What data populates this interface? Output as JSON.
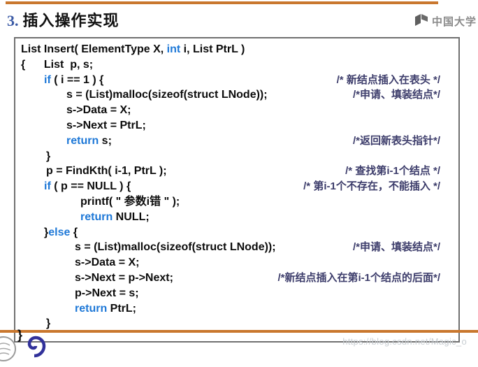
{
  "page": {
    "title_number": "3.",
    "title_text": "插入操作实现",
    "brand_text": "中国大学",
    "watermark": "https://blog.csdn.net/Magic_o"
  },
  "colors": {
    "accent_orange": "#c9772e",
    "keyword_blue": "#1e78d7",
    "comment_navy": "#3d3d6b",
    "brand_gray": "#8a8a8a",
    "title_number_blue": "#3c5ba6"
  },
  "icons": {
    "brand": "book-flag-icon",
    "bottom_left_seal": "seal-icon",
    "bottom_left_spiral": "spiral-icon"
  },
  "code": {
    "closing_brace": "}",
    "lines": [
      {
        "indent": 8,
        "segments": [
          {
            "text": "List Insert( ElementType X, ",
            "type": "plain"
          },
          {
            "text": "int",
            "type": "keyword"
          },
          {
            "text": " i, List PtrL )",
            "type": "plain"
          }
        ]
      },
      {
        "indent": 8,
        "segments": [
          {
            "text": "{      List  p, s;",
            "type": "plain"
          }
        ]
      },
      {
        "indent": 41,
        "segments": [
          {
            "text": "if",
            "type": "keyword"
          },
          {
            "text": " ( i == 1 ) {",
            "type": "plain"
          }
        ],
        "comment": "/* 新结点插入在表头 */"
      },
      {
        "indent": 73,
        "segments": [
          {
            "text": "s = (List)malloc(sizeof(struct LNode));",
            "type": "plain"
          }
        ],
        "comment": "/*申请、填装结点*/"
      },
      {
        "indent": 73,
        "segments": [
          {
            "text": "s->Data = X;",
            "type": "plain"
          }
        ]
      },
      {
        "indent": 73,
        "segments": [
          {
            "text": "s->Next = PtrL;",
            "type": "plain"
          }
        ]
      },
      {
        "indent": 73,
        "segments": [
          {
            "text": "return",
            "type": "keyword"
          },
          {
            "text": " s;",
            "type": "plain"
          }
        ],
        "comment": "/*返回新表头指针*/"
      },
      {
        "indent": 44,
        "segments": [
          {
            "text": "}",
            "type": "plain"
          }
        ]
      },
      {
        "indent": 44,
        "segments": [
          {
            "text": "p = FindKth( i-1, PtrL );",
            "type": "plain"
          }
        ],
        "comment": "/* 查找第i-1个结点 */"
      },
      {
        "indent": 41,
        "segments": [
          {
            "text": "if",
            "type": "keyword"
          },
          {
            "text": " ( p == NULL ) {",
            "type": "plain"
          }
        ],
        "comment": "/* 第i-1个不存在，不能插入 */"
      },
      {
        "indent": 93,
        "segments": [
          {
            "text": "printf( \" 参数i错 \" );",
            "type": "plain"
          }
        ]
      },
      {
        "indent": 93,
        "segments": [
          {
            "text": "return",
            "type": "keyword"
          },
          {
            "text": " NULL;",
            "type": "plain"
          }
        ]
      },
      {
        "indent": 41,
        "segments": [
          {
            "text": "}",
            "type": "plain"
          },
          {
            "text": "else",
            "type": "keyword"
          },
          {
            "text": " {",
            "type": "plain"
          }
        ]
      },
      {
        "indent": 85,
        "segments": [
          {
            "text": "s = (List)malloc(sizeof(struct LNode));",
            "type": "plain"
          }
        ],
        "comment": "/*申请、填装结点*/"
      },
      {
        "indent": 85,
        "segments": [
          {
            "text": "s->Data = X;",
            "type": "plain"
          }
        ]
      },
      {
        "indent": 85,
        "segments": [
          {
            "text": "s->Next = p->Next;",
            "type": "plain"
          }
        ],
        "comment": "/*新结点插入在第i-1个结点的后面*/"
      },
      {
        "indent": 85,
        "segments": [
          {
            "text": "p->Next = s;",
            "type": "plain"
          }
        ]
      },
      {
        "indent": 85,
        "segments": [
          {
            "text": "return",
            "type": "keyword"
          },
          {
            "text": " PtrL;",
            "type": "plain"
          }
        ]
      },
      {
        "indent": 44,
        "segments": [
          {
            "text": "}",
            "type": "plain"
          }
        ]
      }
    ]
  }
}
